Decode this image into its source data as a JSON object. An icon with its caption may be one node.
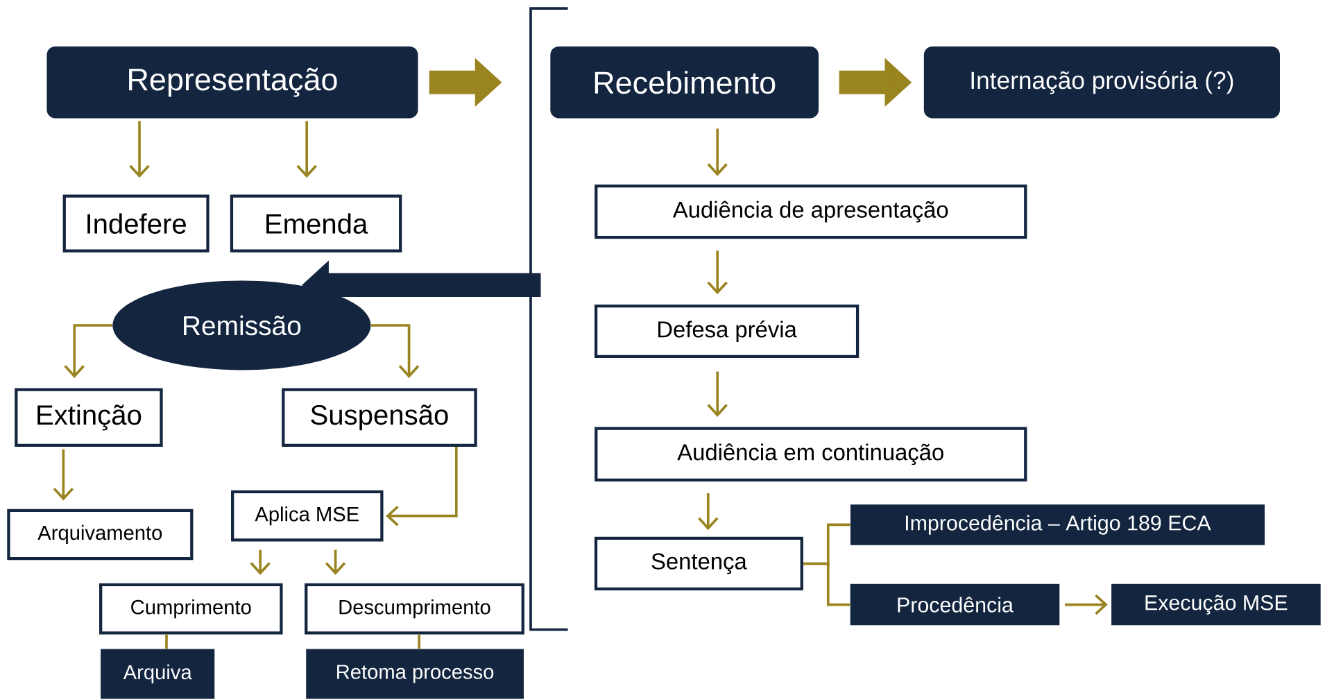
{
  "diagram": {
    "nodes": [
      {
        "text": [
          "Representação"
        ]
      },
      {
        "text": [
          "Recebimento"
        ]
      },
      {
        "text": [
          "Internação provisória (?)"
        ]
      },
      {
        "text": [
          "Indefere"
        ]
      },
      {
        "text": [
          "Emenda"
        ]
      },
      {
        "text": [
          "Audiência de apresentação"
        ]
      },
      {
        "text": [
          "Defesa prévia"
        ]
      },
      {
        "text": [
          "Remissão"
        ]
      },
      {
        "text": [
          "Extinção"
        ]
      },
      {
        "text": [
          "Suspensão"
        ]
      },
      {
        "text": [
          "Audiência em continuação"
        ]
      },
      {
        "text": [
          "Arquivamento"
        ]
      },
      {
        "text": [
          "Aplica MSE"
        ]
      },
      {
        "text": [
          "Sentença"
        ]
      },
      {
        "text": [
          "Improcedência – Artigo 189 ECA"
        ]
      },
      {
        "text": [
          "Cumprimento"
        ]
      },
      {
        "text": [
          "Descumprimento"
        ]
      },
      {
        "text": [
          "Procedência"
        ]
      },
      {
        "text": [
          "Execução MSE"
        ]
      },
      {
        "text": [
          "Arquiva"
        ]
      },
      {
        "text": [
          "Retoma processo"
        ]
      }
    ],
    "edges": [
      {
        "from": 0,
        "to": 3,
        "arrow": "to"
      },
      {
        "from": 0,
        "to": 4,
        "arrow": "to"
      },
      {
        "from": 0,
        "to": 1,
        "arrow": "to",
        "style": "thick"
      },
      {
        "from": 1,
        "to": 2,
        "arrow": "to",
        "style": "thick"
      },
      {
        "from": 1,
        "to": 5,
        "arrow": "to"
      },
      {
        "from": 5,
        "to": 6,
        "arrow": "to"
      },
      {
        "from": 6,
        "to": 10,
        "arrow": "to"
      },
      {
        "from": 10,
        "to": 13,
        "arrow": "to"
      },
      {
        "from": 13,
        "to": 14,
        "arrow": "none"
      },
      {
        "from": 13,
        "to": 17,
        "arrow": "none"
      },
      {
        "from": 17,
        "to": 18,
        "arrow": "to"
      },
      {
        "from": 1,
        "to": 7,
        "arrow": "to",
        "style": "thick",
        "color": "#13253f"
      },
      {
        "from": 7,
        "to": 8,
        "arrow": "to"
      },
      {
        "from": 7,
        "to": 9,
        "arrow": "to"
      },
      {
        "from": 8,
        "to": 11,
        "arrow": "to"
      },
      {
        "from": 9,
        "to": 12,
        "arrow": "to"
      },
      {
        "from": 12,
        "to": 15,
        "arrow": "to"
      },
      {
        "from": 12,
        "to": 16,
        "arrow": "to"
      },
      {
        "from": 15,
        "to": 19,
        "arrow": "none"
      },
      {
        "from": 16,
        "to": 20,
        "arrow": "none"
      }
    ]
  }
}
